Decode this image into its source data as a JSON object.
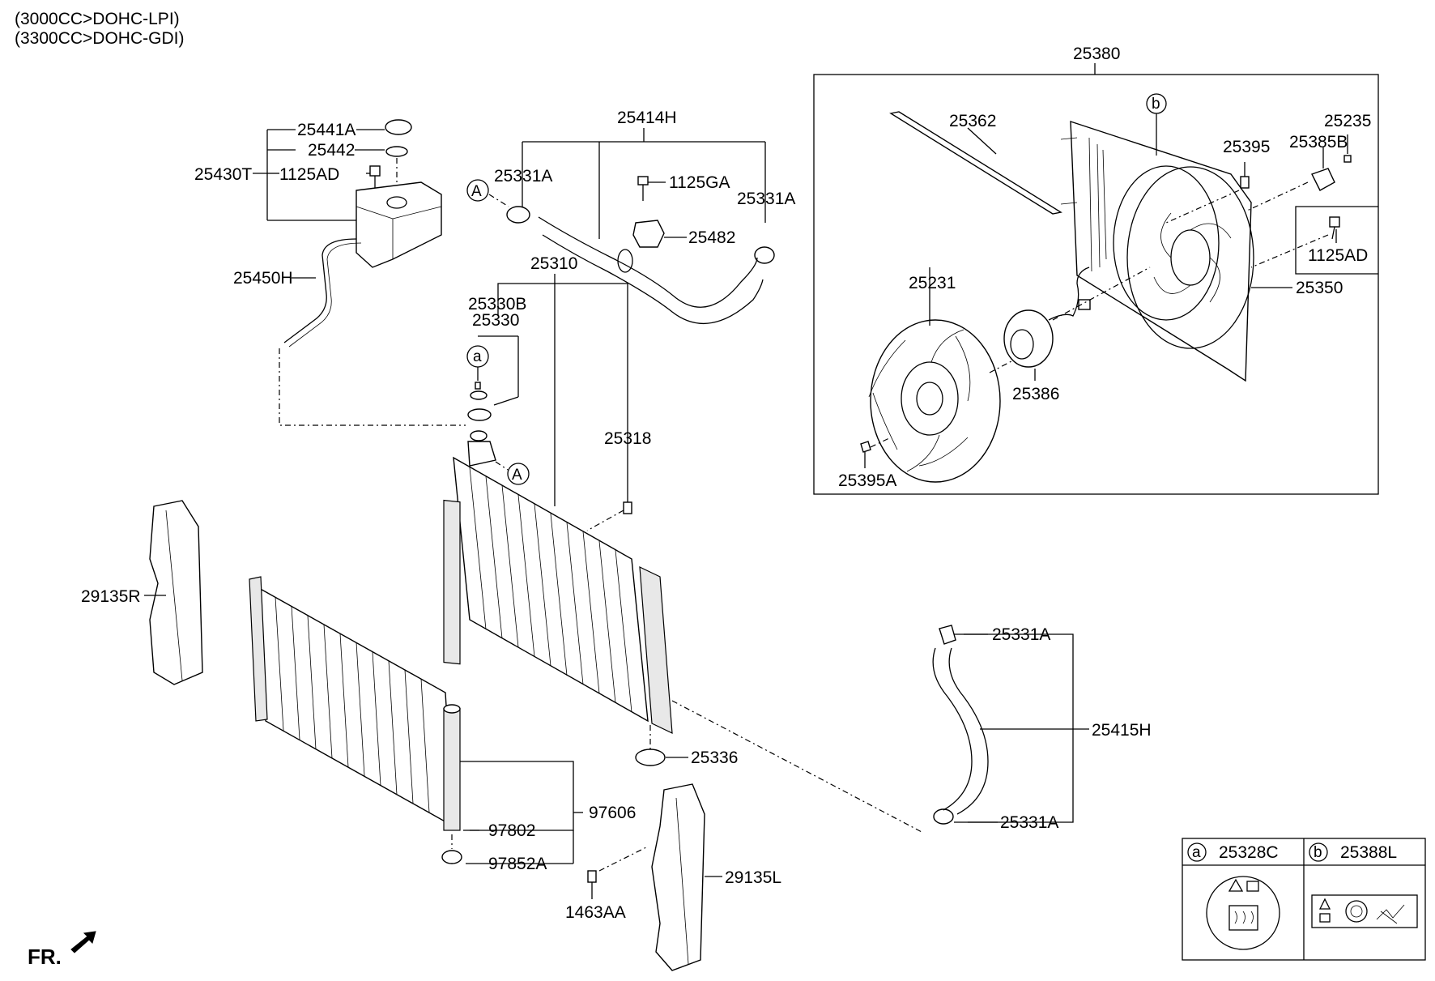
{
  "header": {
    "engine_line_1": "(3000CC>DOHC-LPI)",
    "engine_line_2": "(3300CC>DOHC-GDI)"
  },
  "labels": {
    "p25380": "25380",
    "p25441A": "25441A",
    "p25442": "25442",
    "p25430T": "25430T",
    "p1125AD_tank": "1125AD",
    "p25450H": "25450H",
    "p25414H": "25414H",
    "p25331A_top_left": "25331A",
    "p1125GA": "1125GA",
    "p25331A_top_right": "25331A",
    "p25482": "25482",
    "p25310": "25310",
    "p25330B": "25330B",
    "p25330": "25330",
    "p25318": "25318",
    "p25362": "25362",
    "p25395": "25395",
    "p25385B": "25385B",
    "p25235": "25235",
    "p1125AD_shroud": "1125AD",
    "p25350": "25350",
    "p25231": "25231",
    "p25386": "25386",
    "p25395A": "25395A",
    "p29135R": "29135R",
    "p25331A_lower_top": "25331A",
    "p25415H": "25415H",
    "p25331A_lower_bottom": "25331A",
    "p25336": "25336",
    "p97606": "97606",
    "p97802": "97802",
    "p97852A": "97852A",
    "p29135L": "29135L",
    "p1463AA": "1463AA",
    "fr": "FR."
  },
  "callouts": {
    "a": "a",
    "b": "b",
    "A": "A"
  },
  "legend": {
    "items": [
      {
        "key": "a",
        "part": "25328C"
      },
      {
        "key": "b",
        "part": "25388L"
      }
    ]
  }
}
